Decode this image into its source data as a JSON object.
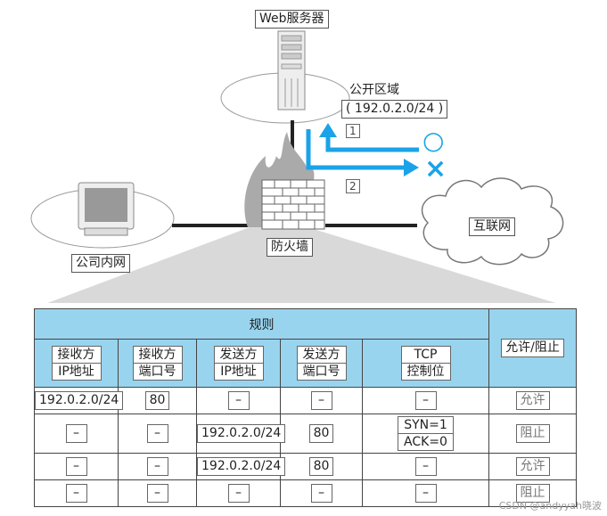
{
  "diagram": {
    "web_server_label": "Web服务器",
    "dmz_label": "公开区域",
    "dmz_subnet": "( 192.0.2.0/24 )",
    "firewall_label": "防火墙",
    "lan_label": "公司内网",
    "internet_label": "互联网",
    "flow_1": "1",
    "flow_2": "2",
    "allowed_mark": "○",
    "blocked_mark": "×"
  },
  "table": {
    "rules_header": "规则",
    "action_header": "允许/阻止",
    "columns": [
      [
        "接收方",
        "IP地址"
      ],
      [
        "接收方",
        "端口号"
      ],
      [
        "发送方",
        "IP地址"
      ],
      [
        "发送方",
        "端口号"
      ],
      [
        "TCP",
        "控制位"
      ]
    ],
    "rows": [
      {
        "dst_ip": "192.0.2.0/24",
        "dst_port": "80",
        "src_ip": "–",
        "src_port": "–",
        "tcp": [
          "–"
        ],
        "action": "允许"
      },
      {
        "dst_ip": "–",
        "dst_port": "–",
        "src_ip": "192.0.2.0/24",
        "src_port": "80",
        "tcp": [
          "SYN=1",
          "ACK=0"
        ],
        "action": "阻止"
      },
      {
        "dst_ip": "–",
        "dst_port": "–",
        "src_ip": "192.0.2.0/24",
        "src_port": "80",
        "tcp": [
          "–"
        ],
        "action": "允许"
      },
      {
        "dst_ip": "–",
        "dst_port": "–",
        "src_ip": "–",
        "src_port": "–",
        "tcp": [
          "–"
        ],
        "action": "阻止"
      }
    ]
  },
  "watermark": "CSDN @andyyah晓波",
  "colors": {
    "header_bg": "#99d4ee",
    "arrow_blue": "#1aa3e8"
  }
}
